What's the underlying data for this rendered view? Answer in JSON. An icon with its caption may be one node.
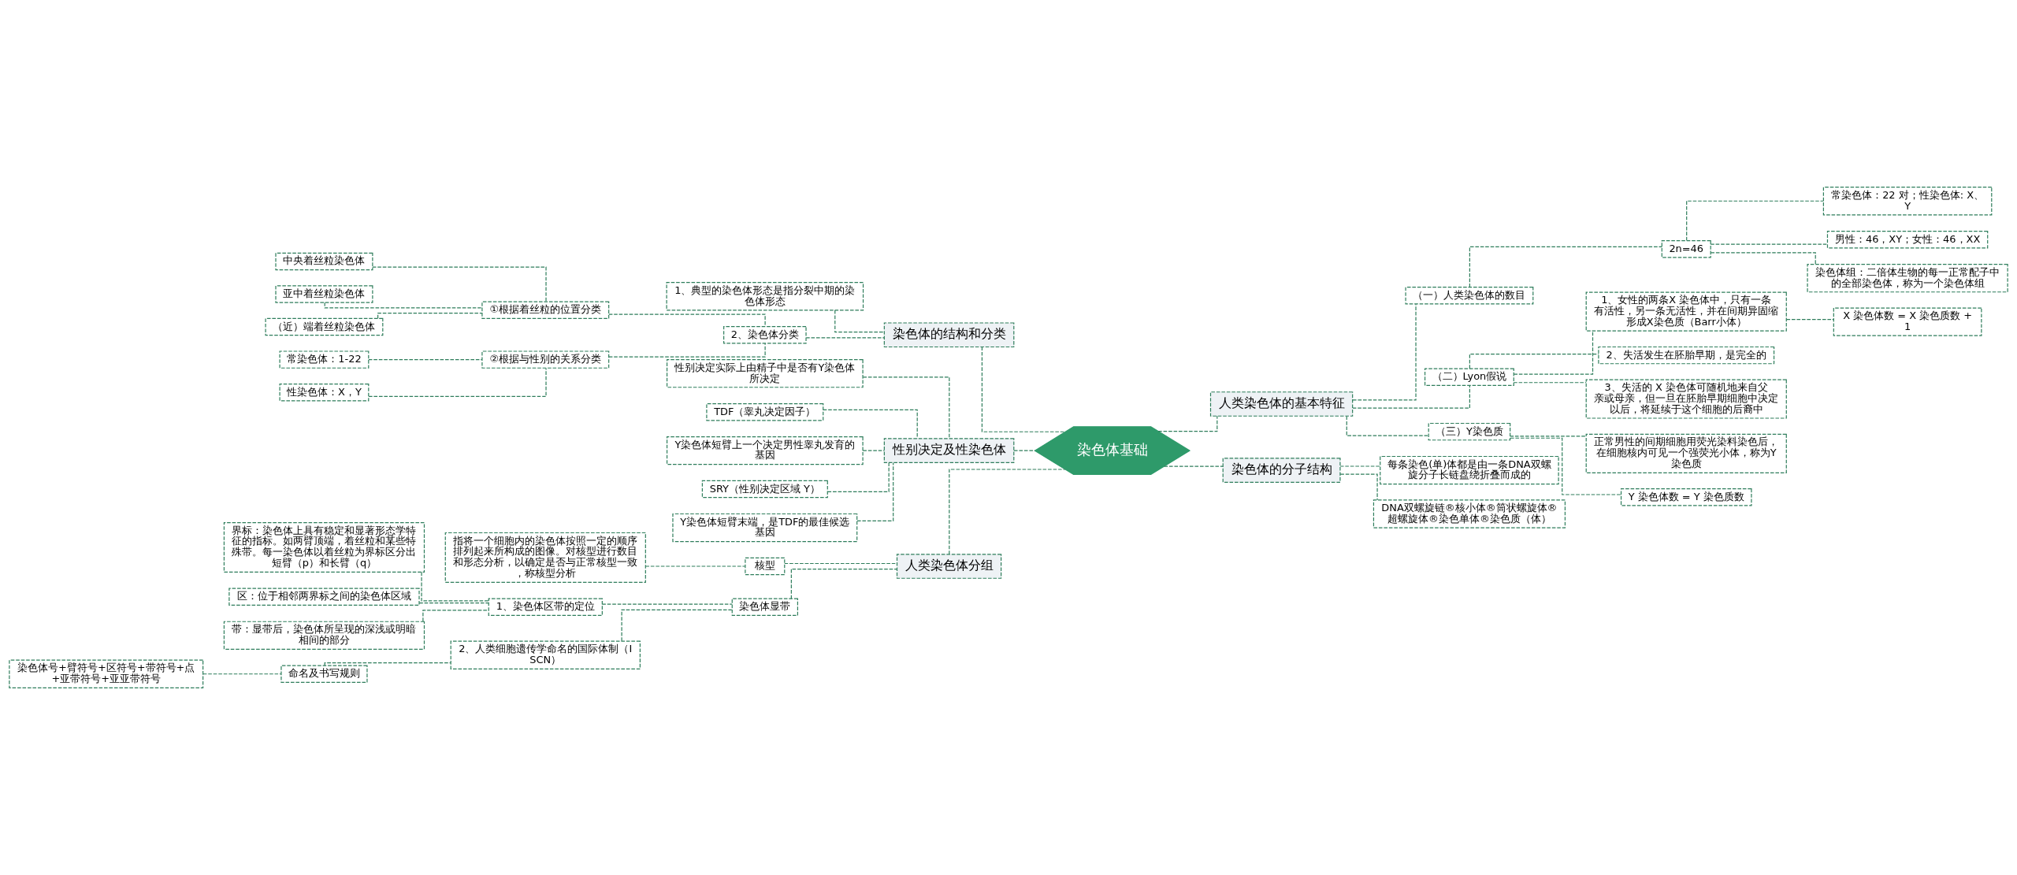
{
  "diagram": {
    "nodes": [
      {
        "text": [
          "染色体基础"
        ]
      },
      {
        "text": [
          "染色体的结构和分类"
        ]
      },
      {
        "text": [
          "1、典型的染色体形态是指分裂中期的染色体形态"
        ]
      },
      {
        "text": [
          "2、染色体分类"
        ]
      },
      {
        "text": [
          "①根据着丝粒的位置分类"
        ]
      },
      {
        "text": [
          "中央着丝粒染色体"
        ]
      },
      {
        "text": [
          "亚中着丝粒染色体"
        ]
      },
      {
        "text": [
          "（近）端着丝粒染色体"
        ]
      },
      {
        "text": [
          "②根据与性别的关系分类"
        ]
      },
      {
        "text": [
          "常染色体：1-22"
        ]
      },
      {
        "text": [
          "性染色体：X，Y"
        ]
      },
      {
        "text": [
          "性别决定及性染色体"
        ]
      },
      {
        "text": [
          "性别决定实际上由精子中是否有Y染色体所决定"
        ]
      },
      {
        "text": [
          "TDF（睾丸决定因子）"
        ]
      },
      {
        "text": [
          "Y染色体短臂上一个决定男性睾丸发育的基因"
        ]
      },
      {
        "text": [
          "SRY（性别决定区域 Y）"
        ]
      },
      {
        "text": [
          "Y染色体短臂末端，是TDF的最佳候选基因"
        ]
      },
      {
        "text": [
          "人类染色体分组"
        ]
      },
      {
        "text": [
          "核型"
        ]
      },
      {
        "text": [
          "指将一个细胞内的染色体按照一定的顺序排列起来所构成的图像。对核型进行数目和形态分析，以确定是否与正常核型一致，称核型分析"
        ]
      },
      {
        "text": [
          "染色体显带"
        ]
      },
      {
        "text": [
          "1、染色体区带的定位"
        ]
      },
      {
        "text": [
          "界标：染色体上具有稳定和显著形态学特征的指标。如两臂顶端，着丝粒和某些特殊带。每一染色体以着丝粒为界标区分出短臂（p）和长臂（q）"
        ]
      },
      {
        "text": [
          "区：位于相邻两界标之间的染色体区域"
        ]
      },
      {
        "text": [
          "带：显带后，染色体所呈现的深浅或明暗相间的部分"
        ]
      },
      {
        "text": [
          "2、人类细胞遗传学命名的国际体制（ISCN）"
        ]
      },
      {
        "text": [
          "命名及书写规则"
        ]
      },
      {
        "text": [
          "染色体号+臂符号+区符号+带符号+点 +亚带符号+亚亚带符号"
        ]
      },
      {
        "text": [
          "人类染色体的基本特征"
        ]
      },
      {
        "text": [
          "（一）人类染色体的数目"
        ]
      },
      {
        "text": [
          "2n=46"
        ]
      },
      {
        "text": [
          "常染色体：22 对；性染色体: X、Y"
        ]
      },
      {
        "text": [
          "男性：46，XY；女性：46，XX"
        ]
      },
      {
        "text": [
          "染色体组：二倍体生物的每一正常配子中的全部染色体，称为一个染色体组"
        ]
      },
      {
        "text": [
          "（二）Lyon假说"
        ]
      },
      {
        "text": [
          "1、女性的两条X 染色体中，只有一条有活性，另一条无活性，并在间期异固缩形成X染色质（Barr小体）"
        ]
      },
      {
        "text": [
          "X 染色体数 = X 染色质数 + 1"
        ]
      },
      {
        "text": [
          "2、失活发生在胚胎早期，是完全的"
        ]
      },
      {
        "text": [
          "3、失活的 X 染色体可随机地来自父亲或母亲，但一旦在胚胎早期细胞中决定以后，将延续于这个细胞的后裔中"
        ]
      },
      {
        "text": [
          "（三）Y染色质"
        ]
      },
      {
        "text": [
          "正常男性的间期细胞用荧光染料染色后，在细胞核内可见一个强荧光小体，称为Y染色质"
        ]
      },
      {
        "text": [
          "Y 染色体数 = Y 染色质数"
        ]
      },
      {
        "text": [
          "染色体的分子结构"
        ]
      },
      {
        "text": [
          "每条染色(单)体都是由一条DNA双螺旋分子长链盘绕折叠而成的"
        ]
      },
      {
        "text": [
          "DNA双螺旋链®核小体®筒状螺旋体®超螺旋体®染色单体®染色质（体）"
        ]
      }
    ],
    "edges": [
      {
        "from": 0,
        "to": 1,
        "arrow": "none"
      },
      {
        "from": 1,
        "to": 2,
        "arrow": "none"
      },
      {
        "from": 1,
        "to": 3,
        "arrow": "none"
      },
      {
        "from": 3,
        "to": 4,
        "arrow": "none"
      },
      {
        "from": 4,
        "to": 5,
        "arrow": "none"
      },
      {
        "from": 4,
        "to": 6,
        "arrow": "none"
      },
      {
        "from": 4,
        "to": 7,
        "arrow": "none"
      },
      {
        "from": 3,
        "to": 8,
        "arrow": "none"
      },
      {
        "from": 8,
        "to": 9,
        "arrow": "none"
      },
      {
        "from": 8,
        "to": 10,
        "arrow": "none"
      },
      {
        "from": 0,
        "to": 11,
        "arrow": "none"
      },
      {
        "from": 11,
        "to": 12,
        "arrow": "none"
      },
      {
        "from": 11,
        "to": 13,
        "arrow": "none"
      },
      {
        "from": 11,
        "to": 14,
        "arrow": "none"
      },
      {
        "from": 11,
        "to": 15,
        "arrow": "none"
      },
      {
        "from": 11,
        "to": 16,
        "arrow": "none"
      },
      {
        "from": 0,
        "to": 17,
        "arrow": "none"
      },
      {
        "from": 17,
        "to": 18,
        "arrow": "none"
      },
      {
        "from": 18,
        "to": 19,
        "arrow": "none"
      },
      {
        "from": 17,
        "to": 20,
        "arrow": "none"
      },
      {
        "from": 20,
        "to": 21,
        "arrow": "none"
      },
      {
        "from": 21,
        "to": 22,
        "arrow": "none"
      },
      {
        "from": 21,
        "to": 23,
        "arrow": "none"
      },
      {
        "from": 21,
        "to": 24,
        "arrow": "none"
      },
      {
        "from": 20,
        "to": 25,
        "arrow": "none"
      },
      {
        "from": 25,
        "to": 26,
        "arrow": "none"
      },
      {
        "from": 26,
        "to": 27,
        "arrow": "none"
      },
      {
        "from": 0,
        "to": 28,
        "arrow": "none"
      },
      {
        "from": 28,
        "to": 29,
        "arrow": "none"
      },
      {
        "from": 29,
        "to": 30,
        "arrow": "none"
      },
      {
        "from": 30,
        "to": 31,
        "arrow": "none"
      },
      {
        "from": 30,
        "to": 32,
        "arrow": "none"
      },
      {
        "from": 30,
        "to": 33,
        "arrow": "none"
      },
      {
        "from": 28,
        "to": 34,
        "arrow": "none"
      },
      {
        "from": 34,
        "to": 35,
        "arrow": "none"
      },
      {
        "from": 35,
        "to": 36,
        "arrow": "none"
      },
      {
        "from": 34,
        "to": 37,
        "arrow": "none"
      },
      {
        "from": 34,
        "to": 38,
        "arrow": "none"
      },
      {
        "from": 28,
        "to": 39,
        "arrow": "none"
      },
      {
        "from": 39,
        "to": 40,
        "arrow": "none"
      },
      {
        "from": 39,
        "to": 41,
        "arrow": "none"
      },
      {
        "from": 0,
        "to": 42,
        "arrow": "none"
      },
      {
        "from": 42,
        "to": 43,
        "arrow": "none"
      },
      {
        "from": 42,
        "to": 44,
        "arrow": "none"
      }
    ]
  }
}
